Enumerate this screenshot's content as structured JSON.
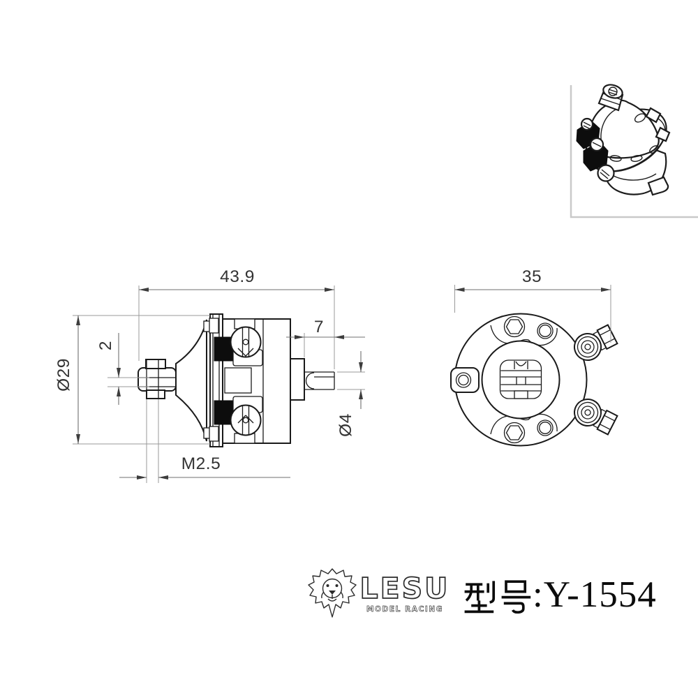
{
  "views": {
    "side": {
      "name": "side-section-view",
      "dimensions": {
        "overall_length": "43.9",
        "shaft_length": "7",
        "shaft_diameter": "Ø4",
        "body_diameter": "Ø29",
        "clevis_slot_width": "2",
        "pin_thread": "M2.5"
      }
    },
    "front": {
      "name": "front-flange-view",
      "dimensions": {
        "overall_width": "35"
      }
    },
    "inset": {
      "name": "isometric-3d-view"
    }
  },
  "footer": {
    "brand": "LESU",
    "brand_subtitle": "MODEL RACING",
    "model_label": "型号",
    "model_suffix": ":Y-1554",
    "model_full": "型号:Y-1554"
  },
  "colors": {
    "background": "#ffffff",
    "part_outline": "#1a1a1a",
    "dimension_lines": "#6f6f6f",
    "rubber_blocks": "#0d0d0d",
    "inset_border": "#c9c9c9"
  }
}
